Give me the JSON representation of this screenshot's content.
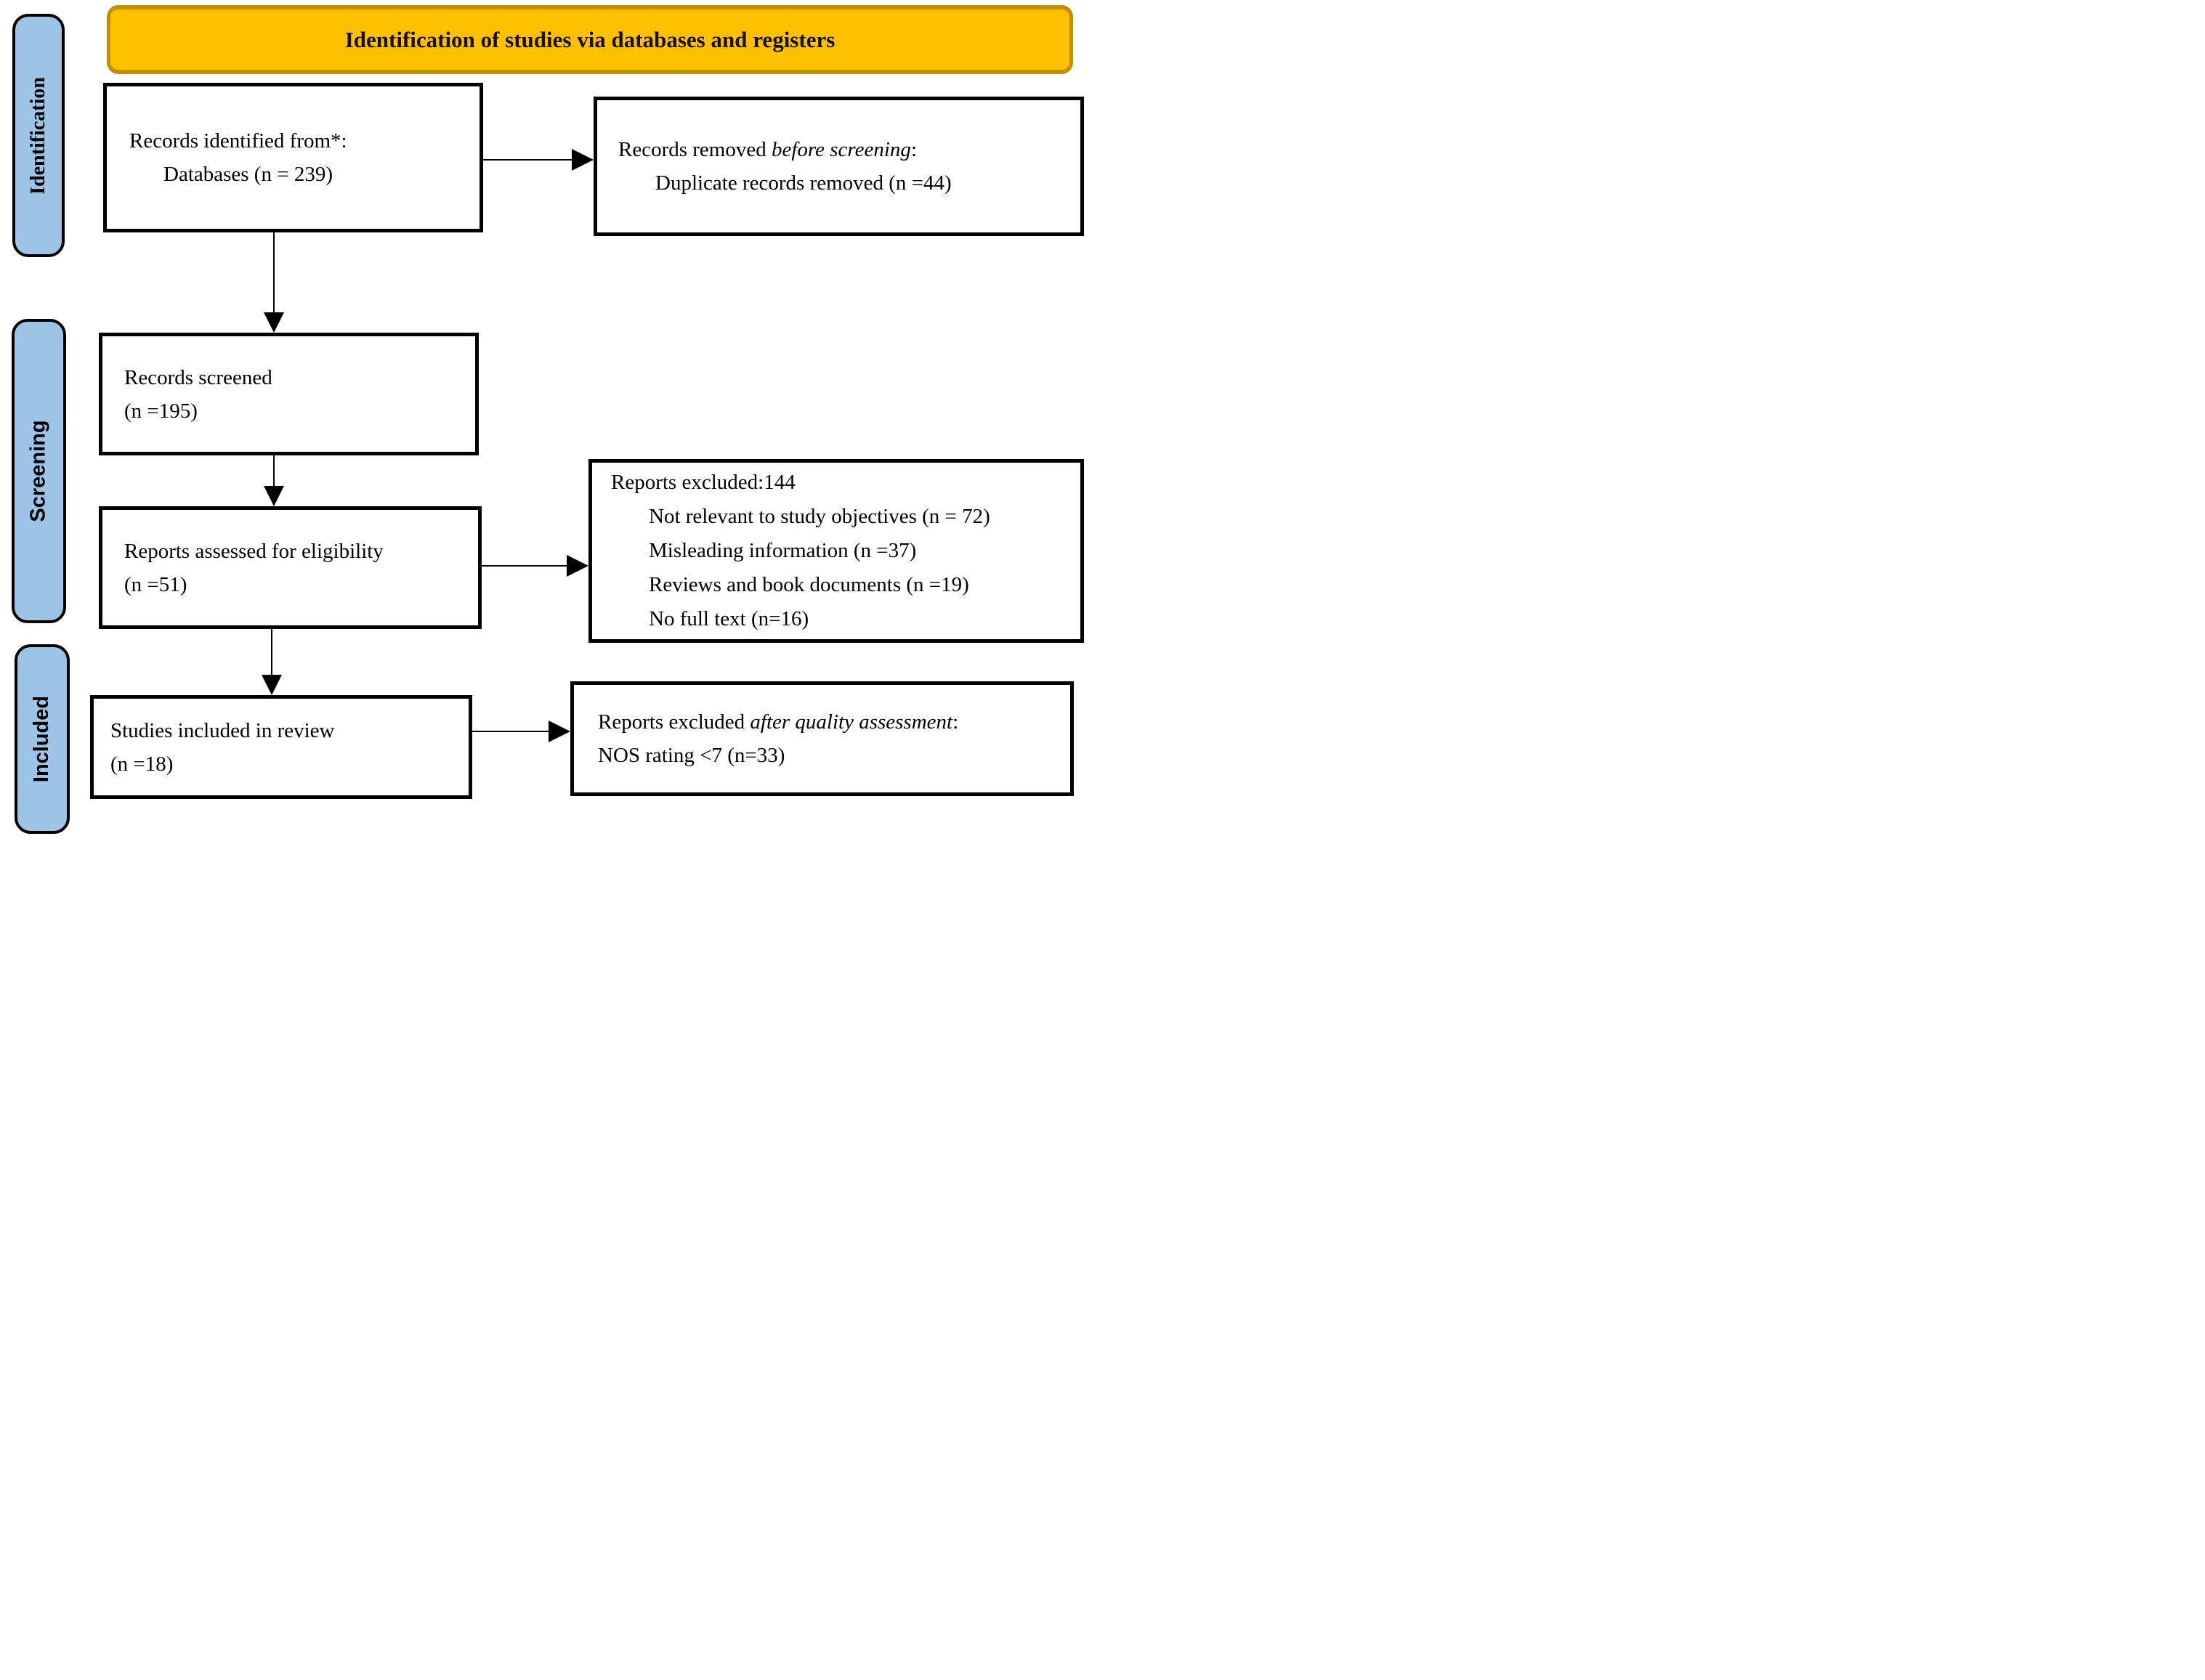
{
  "banner": {
    "label": "Identification of studies via databases and registers"
  },
  "stages": [
    {
      "label": "Identification"
    },
    {
      "label": "Screening"
    },
    {
      "label": "Included"
    }
  ],
  "boxes": {
    "records_identified": {
      "line1": "Records identified from*:",
      "line2": "Databases (n = 239)"
    },
    "records_removed": {
      "line1_pre": "Records removed ",
      "line1_italic": "before screening",
      "line1_post": ":",
      "line2": "Duplicate records removed (n =44)"
    },
    "records_screened": {
      "line1": "Records screened",
      "line2": "(n =195)"
    },
    "reports_assessed": {
      "line1": "Reports assessed for eligibility",
      "line2": "(n =51)"
    },
    "reports_excluded": {
      "title": "Reports excluded:144",
      "items": [
        "Not relevant to study objectives (n = 72)",
        "Misleading information (n =37)",
        "Reviews and book documents (n =19)",
        "No full text (n=16)"
      ]
    },
    "studies_included": {
      "line1": "Studies included in review",
      "line2": "(n =18)"
    },
    "reports_excluded_quality": {
      "line1_pre": "Reports excluded ",
      "line1_italic": "after quality assessment",
      "line1_post": ":",
      "line2": "NOS rating <7 (n=33)"
    }
  },
  "colors": {
    "banner_fill": "#FFC000",
    "banner_border": "#BF9000",
    "stage_fill": "#9DC3E6",
    "box_border": "#000000",
    "background": "#FFFFFF"
  }
}
